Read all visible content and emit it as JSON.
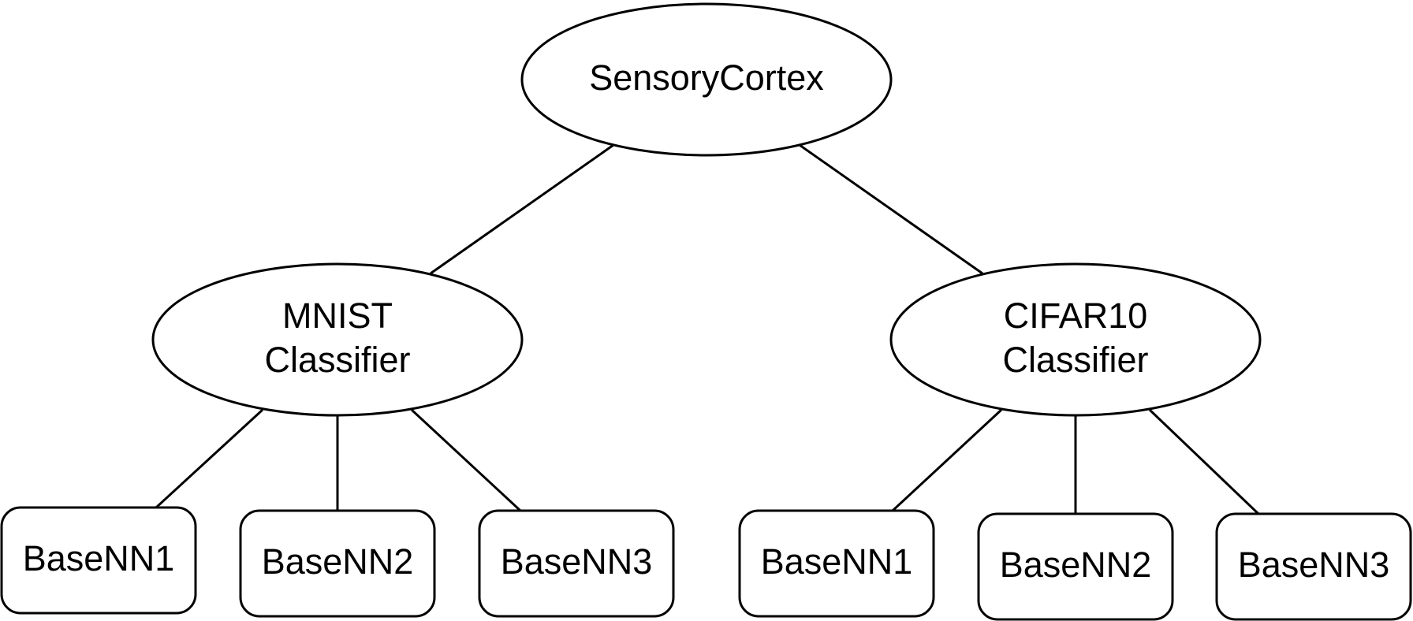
{
  "root": {
    "label": "SensoryCortex"
  },
  "classifiers": {
    "mnist": {
      "line1": "MNIST",
      "line2": "Classifier",
      "children": [
        "BaseNN1",
        "BaseNN2",
        "BaseNN3"
      ]
    },
    "cifar": {
      "line1": "CIFAR10",
      "line2": "Classifier",
      "children": [
        "BaseNN1",
        "BaseNN2",
        "BaseNN3"
      ]
    }
  },
  "colors": {
    "stroke": "#000000",
    "fill": "#ffffff"
  }
}
